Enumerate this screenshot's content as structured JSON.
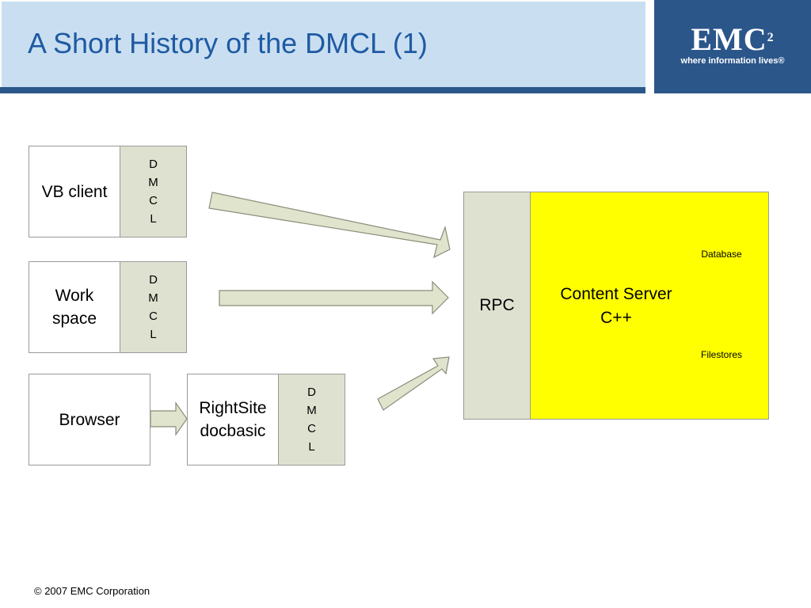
{
  "slide": {
    "title": "A Short History of the DMCL (1)",
    "footer": "© 2007 EMC Corporation"
  },
  "logo": {
    "name": "EMC",
    "superscript": "2",
    "tagline": "where information lives®"
  },
  "clients": [
    {
      "label_lines": [
        "VB client"
      ],
      "dmcl_letters": [
        "D",
        "M",
        "C",
        "L"
      ]
    },
    {
      "label_lines": [
        "Work",
        "space"
      ],
      "dmcl_letters": [
        "D",
        "M",
        "C",
        "L"
      ]
    },
    {
      "label_lines": [
        "Browser"
      ]
    }
  ],
  "middleware": {
    "label_lines": [
      "RightSite",
      "docbasic"
    ],
    "dmcl_letters": [
      "D",
      "M",
      "C",
      "L"
    ]
  },
  "server": {
    "rpc_label": "RPC",
    "label_lines": [
      "Content Server",
      "C++"
    ],
    "stores": [
      "Database",
      "Filestores"
    ]
  },
  "colors": {
    "header_band": "#c9dff1",
    "header_accent": "#2b568a",
    "title_text": "#1f5aa3",
    "dmcl_fill": "#dfe1d0",
    "server_fill": "#ffff00",
    "cylinder_fill": "#2ecc7a"
  }
}
